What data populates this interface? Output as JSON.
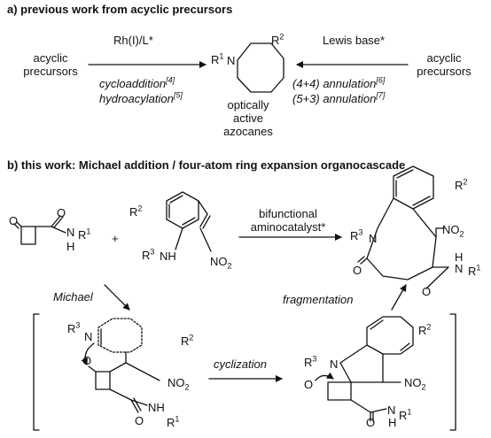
{
  "section_a": {
    "heading": "a) previous work from acyclic precursors",
    "left_precursor_line1": "acyclic",
    "left_precursor_line2": "precursors",
    "right_precursor_line1": "acyclic",
    "right_precursor_line2": "precursors",
    "catalyst_left": "Rh(I)/L*",
    "method1": "cycloaddition",
    "method1_ref": "[4]",
    "method2": "hydroacylation",
    "method2_ref": "[5]",
    "catalyst_right": "Lewis base*",
    "method3": "(4+4) annulation",
    "method3_ref": "[6]",
    "method4": "(5+3) annulation",
    "method4_ref": "[7]",
    "product_line1": "optically",
    "product_line2": "active",
    "product_line3": "azocanes",
    "r1_label": "R",
    "r1_sup": "1",
    "r2_label": "R",
    "r2_sup": "2",
    "n_label": "N"
  },
  "section_b": {
    "heading": "b) this work: Michael addition / four-atom ring expansion organocascade",
    "catalyst_line1": "bifunctional",
    "catalyst_line2": "aminocatalyst*",
    "plus": "+",
    "michael": "Michael",
    "cyclization": "cyclization",
    "fragmentation": "fragmentation",
    "atoms": {
      "O": "O",
      "N": "N",
      "H": "H",
      "R": "R",
      "NO2": "NO",
      "two": "2",
      "one": "1",
      "three": "3"
    }
  },
  "colors": {
    "ink": "#111111",
    "background": "#ffffff"
  }
}
